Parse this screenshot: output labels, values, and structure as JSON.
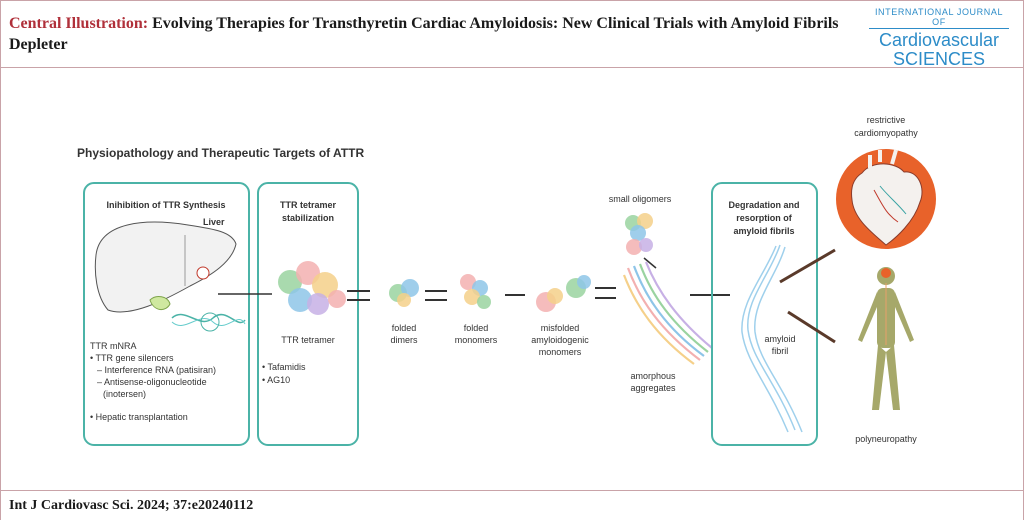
{
  "header": {
    "title_lead": "Central Illustration:",
    "title_rest": " Evolving Therapies for Transthyretin Cardiac Amyloidosis: New Clinical Trials with Amyloid Fibrils Depleter"
  },
  "journal": {
    "top": "INTERNATIONAL JOURNAL OF",
    "line1": "Cardiovascular",
    "line2": "SCIENCES",
    "color": "#2d8cc8"
  },
  "diagram": {
    "heading": "Physiopathology and Therapeutic Targets of ATTR",
    "box1": {
      "title": "Inihibition of TTR Synthesis",
      "organ": "Liver",
      "items": [
        "TTR mNRA",
        "• TTR gene silencers",
        "– Interference RNA (patisiran)",
        "– Antisense-oligonucleotide",
        "(inotersen)",
        "• Hepatic transplantation"
      ]
    },
    "box2": {
      "title_line1": "TTR tetramer",
      "title_line2": "stabilization",
      "label": "TTR tetramer",
      "items": [
        "• Tafamidis",
        "• AG10"
      ]
    },
    "stages": {
      "dimers_1": "folded",
      "dimers_2": "dimers",
      "monomers_1": "folded",
      "monomers_2": "monomers",
      "misfolded_1": "misfolded",
      "misfolded_2": "amyloidogenic",
      "misfolded_3": "monomers",
      "oligomers": "small oligomers",
      "aggregates_1": "amorphous",
      "aggregates_2": "aggregates"
    },
    "box3": {
      "title_line1": "Degradation and",
      "title_line2": "resorption of",
      "title_line3": "amyloid fibrils",
      "fibril_1": "amyloid",
      "fibril_2": "fibril"
    },
    "outcomes": {
      "heart_1": "restrictive",
      "heart_2": "cardiomyopathy",
      "body": "polyneuropathy"
    },
    "colors": {
      "box_border": "#4bb3a7",
      "heart_bg": "#e8622a",
      "body_skin": "#a6a86a"
    }
  },
  "footer": {
    "citation": "Int J Cardiovasc Sci. 2024; 37:e20240112"
  }
}
